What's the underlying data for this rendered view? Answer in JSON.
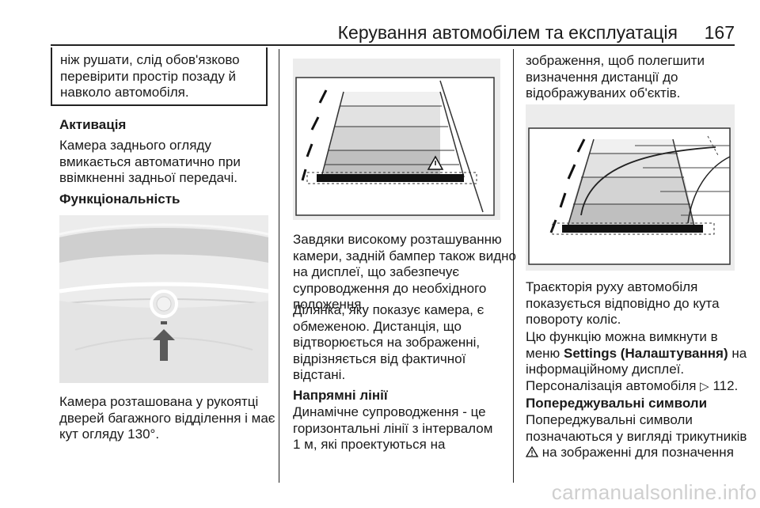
{
  "header": {
    "title": "Керування автомобілем та експлуатація",
    "page_number": "167"
  },
  "left_column": {
    "note_lines": [
      "ніж рушати, слід обов'язково",
      "перевірити простір позаду й",
      "навколо автомобіля."
    ],
    "activation_heading": "Активація",
    "activation_lines": [
      "Камера заднього огляду",
      "вмикається автоматично при",
      "ввімкненні задньої передачі."
    ],
    "function_heading": "Функціональність",
    "camera_caption_lines": [
      "Камера розташована у рукоятці",
      "дверей багажного відділення і має",
      "кут огляду 130°."
    ]
  },
  "middle_column": {
    "paragraph1_lines": [
      "Завдяки високому розташуванню",
      "камери, задній бампер також видно",
      "на дисплеї, що забезпечує",
      "супроводження до необхідного",
      "положення."
    ],
    "paragraph2_lines": [
      "Ділянка, яку показує камера, є",
      "обмеженою. Дистанція, що",
      "відтворюється на зображенні,",
      "відрізняється від фактичної",
      "відстані."
    ],
    "guidelines_heading": "Напрямні лінії",
    "guidelines_lines": [
      "Динамічне супроводження - це",
      "горизонтальні лінії з інтервалом",
      "1 м, які проектуються на"
    ]
  },
  "right_column": {
    "continuation_lines": [
      "зображення, щоб полегшити",
      "визначення дистанції до",
      "відображуваних об'єктів."
    ],
    "trajectory_lines": [
      "Траєкторія руху автомобіля",
      "показується відповідно до кута",
      "повороту коліс."
    ],
    "settings_line1": "Цю функцію можна вимкнути в",
    "settings_prefix": "меню ",
    "settings_menu": "Settings (Налаштування)",
    "settings_suffix": " на",
    "settings_line3": "інформаційному дисплеї.",
    "settings_line4_text": "Персоналізація автомобіля ",
    "settings_line4_ref_icon": "arrow-reference-icon",
    "settings_line4_page": "112.",
    "warning_heading": "Попереджувальні символи",
    "warning_lines": [
      "Попереджувальні символи",
      "позначаються у вигляді трикутників"
    ],
    "warning_last_icon": "warning-triangle-icon",
    "warning_last_text": "на зображенні для позначення"
  },
  "figures": {
    "tailgate": "tailgate-camera-illustration",
    "display_static": "rear-camera-display-static-guidelines",
    "display_dynamic": "rear-camera-display-dynamic-trajectory"
  },
  "watermark": "carmanualsonline.info"
}
